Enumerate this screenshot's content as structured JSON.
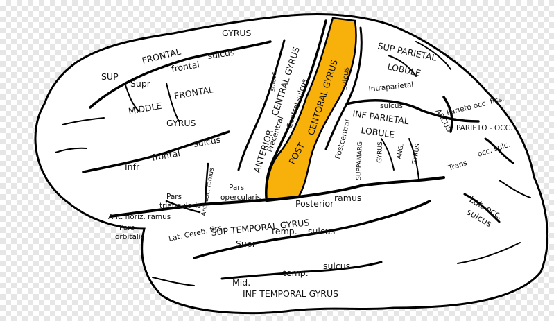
{
  "colors": {
    "highlight": "#f7b10a",
    "outline": "#000000",
    "fill": "#ffffff"
  },
  "labels": {
    "sup": "SUP",
    "frontal_top": "FRONTAL",
    "gyrus_top": "GYRUS",
    "supr": "Supr",
    "frontal_mid": "frontal",
    "sulcus_top": "sulcus",
    "middle": "MIDDLE",
    "frontal_caps": "FRONTAL",
    "gyrus_mid": "GYRUS",
    "infr": "Infr",
    "frontal_low": "frontal",
    "sulcus_low": "sulcus",
    "pars_tri_1": "Pars",
    "pars_tri_2": "triangularis",
    "pars_oper_1": "Pars",
    "pars_oper_2": "opercularis",
    "ant_asc_ramus": "Ant. asc. ramus",
    "ant_horiz_ramus": "Ant. horiz. ramus",
    "pars_orb_1": "Pars",
    "pars_orb_2": "orbitalis",
    "precentral_sulcus": "Precentral",
    "sulcus_precentral": "sulcus",
    "anterior": "ANTERIOR",
    "central_gyrus_ant": "CENTRAL GYRUS",
    "central_sulcus": "Central sulcus",
    "post": "POST",
    "central_gyrus_post": "CENTORAL GYRUS",
    "sulcus_post": "sulcus",
    "postcentral": "Postcentral",
    "sup_parietal": "SUP PARIETAL",
    "lobule_top": "LOBULE",
    "intraparietal": "Intraparietal",
    "sulcus_ip": "sulcus",
    "inf_parietal": "INF PARIETAL",
    "lobule_low": "LOBULE",
    "suppamarg": "SUPPAMARG",
    "gyrus_sm": "GYRUS",
    "ang": "ANG.",
    "gyrus_ang": "GYRUS",
    "arcus": "ARCUS",
    "parieto_occ_fiss": "Parieto occ. fiss.",
    "parieto_occ": "PARIETO - OCC.",
    "trans": "Trans",
    "occ_sulc": "occ. sulc.",
    "lat_occ": "Lat. occ.",
    "sulcus_latocc": "sulcus",
    "posterior": "Posterior",
    "ramus": "ramus",
    "lat_cereb_fiss": "Lat. Cereb. fiss.",
    "sup_temporal_gyrus": "SUP TEMPORAL GYRUS",
    "supr_temp": "Supr",
    "temp": "temp.",
    "sulcus_temp": "sulcus",
    "mid": "Mid.",
    "temp_mid": "temp.",
    "sulcus_mid": "sulcus",
    "inf_temporal_gyrus": "INF TEMPORAL GYRUS"
  }
}
